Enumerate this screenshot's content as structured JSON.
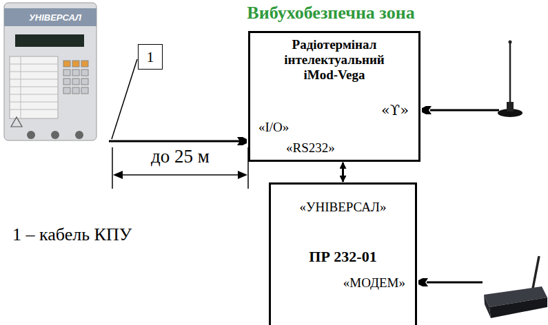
{
  "diagram": {
    "title": "Вибухобезпечна зона",
    "nodes": [
      {
        "text": [
          "Радіотермінал інтелектуальний iMod-Vega",
          "«I/O»",
          "«RS232»",
          "«ϒ»"
        ]
      },
      {
        "text": [
          "1"
        ]
      },
      {
        "text": [
          "«УНІВЕРСАЛ»",
          "ПР 232-01",
          "«МОДЕМ»"
        ]
      }
    ],
    "edges": [
      {
        "from": 0,
        "to": 2,
        "arrow": "both"
      }
    ],
    "labels": [
      "УНІВЕРСАЛ",
      "до 25 м",
      "1 – кабель КПУ"
    ]
  }
}
